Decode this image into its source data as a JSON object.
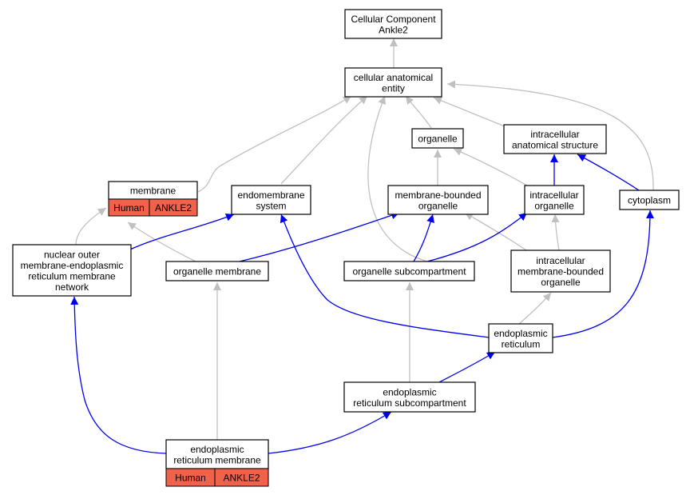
{
  "colors": {
    "is_a": "#c0c0c0",
    "part_of": "#0000ee",
    "annotation": "#f26149",
    "node_border": "#000000",
    "node_fill": "#ffffff"
  },
  "nodes": [
    {
      "id": "root",
      "name": "cellular-component-ankle2-node",
      "lines": [
        "Cellular Component",
        "Ankle2"
      ]
    },
    {
      "id": "cae",
      "name": "cellular-anatomical-entity-node",
      "lines": [
        "cellular anatomical",
        "entity"
      ]
    },
    {
      "id": "organelle",
      "name": "organelle-node",
      "lines": [
        "organelle"
      ]
    },
    {
      "id": "ias",
      "name": "intracellular-anatomical-structure-node",
      "lines": [
        "intracellular",
        "anatomical structure"
      ]
    },
    {
      "id": "membrane",
      "name": "membrane-node",
      "lines": [
        "membrane"
      ],
      "annotation": [
        "Human",
        "ANKLE2"
      ]
    },
    {
      "id": "endomembrane",
      "name": "endomembrane-system-node",
      "lines": [
        "endomembrane",
        "system"
      ]
    },
    {
      "id": "mbo",
      "name": "membrane-bounded-organelle-node",
      "lines": [
        "membrane-bounded",
        "organelle"
      ]
    },
    {
      "id": "io",
      "name": "intracellular-organelle-node",
      "lines": [
        "intracellular",
        "organelle"
      ]
    },
    {
      "id": "cytoplasm",
      "name": "cytoplasm-node",
      "lines": [
        "cytoplasm"
      ]
    },
    {
      "id": "nom",
      "name": "nuclear-outer-membrane-er-network-node",
      "lines": [
        "nuclear outer",
        "membrane-endoplasmic",
        "reticulum membrane",
        "network"
      ]
    },
    {
      "id": "om",
      "name": "organelle-membrane-node",
      "lines": [
        "organelle membrane"
      ]
    },
    {
      "id": "os",
      "name": "organelle-subcompartment-node",
      "lines": [
        "organelle subcompartment"
      ]
    },
    {
      "id": "imbo",
      "name": "intracellular-membrane-bounded-organelle-node",
      "lines": [
        "intracellular",
        "membrane-bounded",
        "organelle"
      ]
    },
    {
      "id": "er",
      "name": "endoplasmic-reticulum-node",
      "lines": [
        "endoplasmic",
        "reticulum"
      ]
    },
    {
      "id": "ers",
      "name": "er-subcompartment-node",
      "lines": [
        "endoplasmic",
        "reticulum subcompartment"
      ]
    },
    {
      "id": "erm",
      "name": "er-membrane-node",
      "lines": [
        "endoplasmic",
        "reticulum membrane"
      ],
      "annotation": [
        "Human",
        "ANKLE2"
      ]
    }
  ]
}
